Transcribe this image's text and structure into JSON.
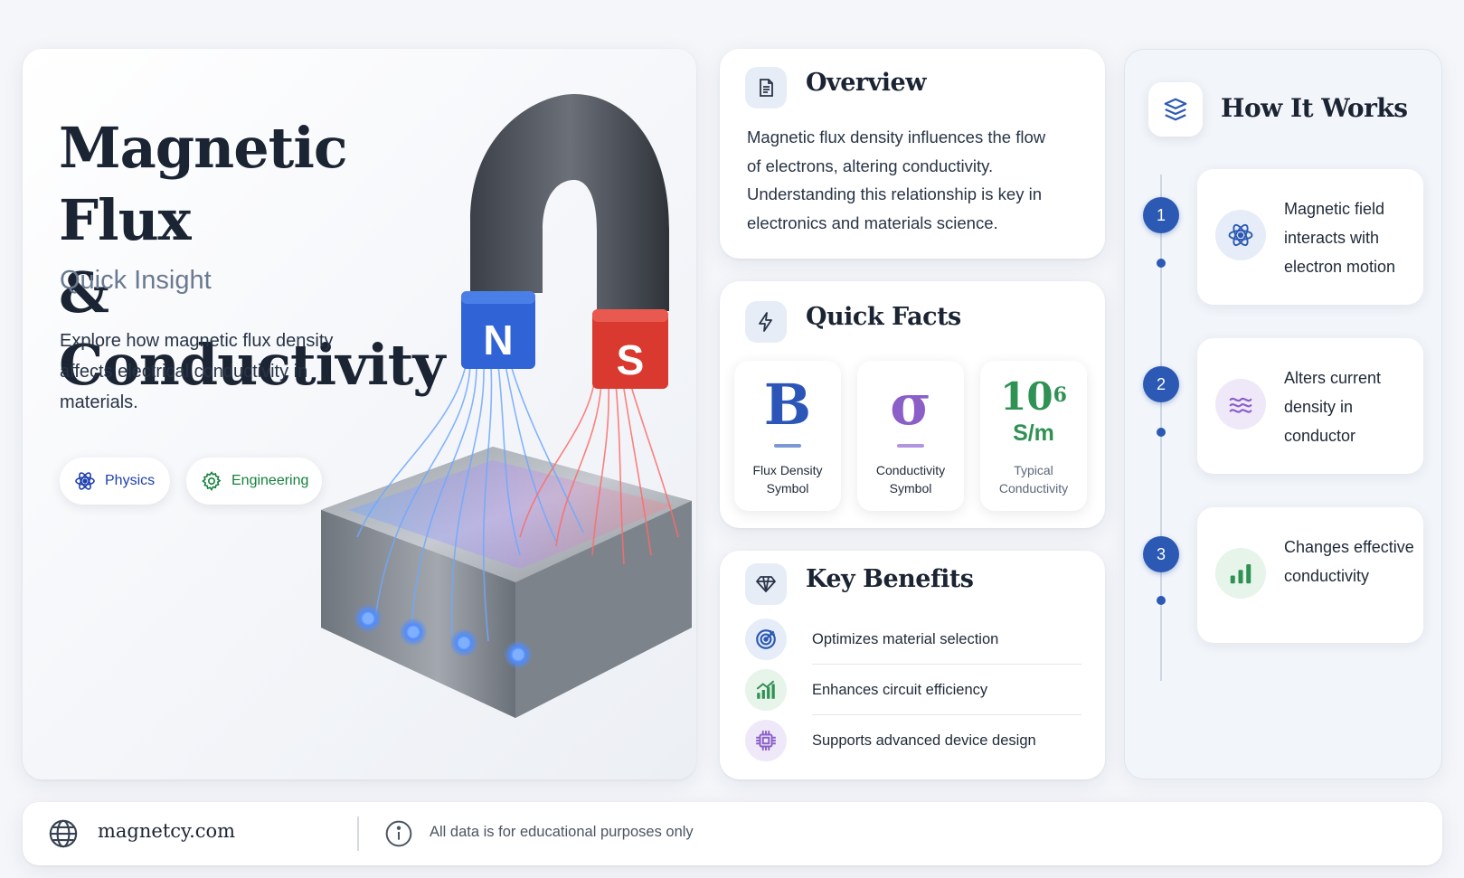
{
  "hero": {
    "title_line1": "Magnetic Flux",
    "title_line2": "& Conductivity",
    "subtitle": "Quick Insight",
    "description": "Explore how magnetic flux density affects electrical conductivity in materials.",
    "tags": [
      {
        "label": "Physics",
        "icon": "atom-icon",
        "color": "#1e40af"
      },
      {
        "label": "Engineering",
        "icon": "gear-icon",
        "color": "#15803d"
      }
    ],
    "magnet": {
      "north_label": "N",
      "south_label": "S",
      "north_color": "#2f63d6",
      "south_color": "#d9392e"
    }
  },
  "overview": {
    "title": "Overview",
    "icon": "document-icon",
    "text": "Magnetic flux density influences the flow of electrons, altering conductivity. Understanding this relationship is key in electronics and materials science."
  },
  "quick_facts": {
    "title": "Quick Facts",
    "icon": "lightning-icon",
    "items": [
      {
        "symbol": "B",
        "label": "Flux Density Symbol",
        "color": "#2b56b8"
      },
      {
        "symbol": "σ",
        "label": "Conductivity Symbol",
        "color": "#8b5fc7"
      },
      {
        "value_base": "10",
        "value_exp": "6",
        "unit": "S/m",
        "label": "Typical Conductivity",
        "color": "#2f9153"
      }
    ]
  },
  "key_benefits": {
    "title": "Key Benefits",
    "icon": "diamond-icon",
    "items": [
      {
        "label": "Optimizes material selection",
        "icon": "target-icon",
        "color": "#2b59b3"
      },
      {
        "label": "Enhances circuit efficiency",
        "icon": "chart-up-icon",
        "color": "#2f9153"
      },
      {
        "label": "Supports advanced device design",
        "icon": "chip-icon",
        "color": "#8b5fc7"
      }
    ]
  },
  "how_it_works": {
    "title": "How It Works",
    "icon": "layers-icon",
    "steps": [
      {
        "number": "1",
        "text": "Magnetic field interacts with electron motion",
        "icon": "atom-icon"
      },
      {
        "number": "2",
        "text": "Alters current density in conductor",
        "icon": "waves-icon"
      },
      {
        "number": "3",
        "text": "Changes effective conductivity",
        "icon": "bar-chart-icon"
      }
    ]
  },
  "footer": {
    "site": "magnetcy.com",
    "note": "All data is for educational purposes only"
  }
}
